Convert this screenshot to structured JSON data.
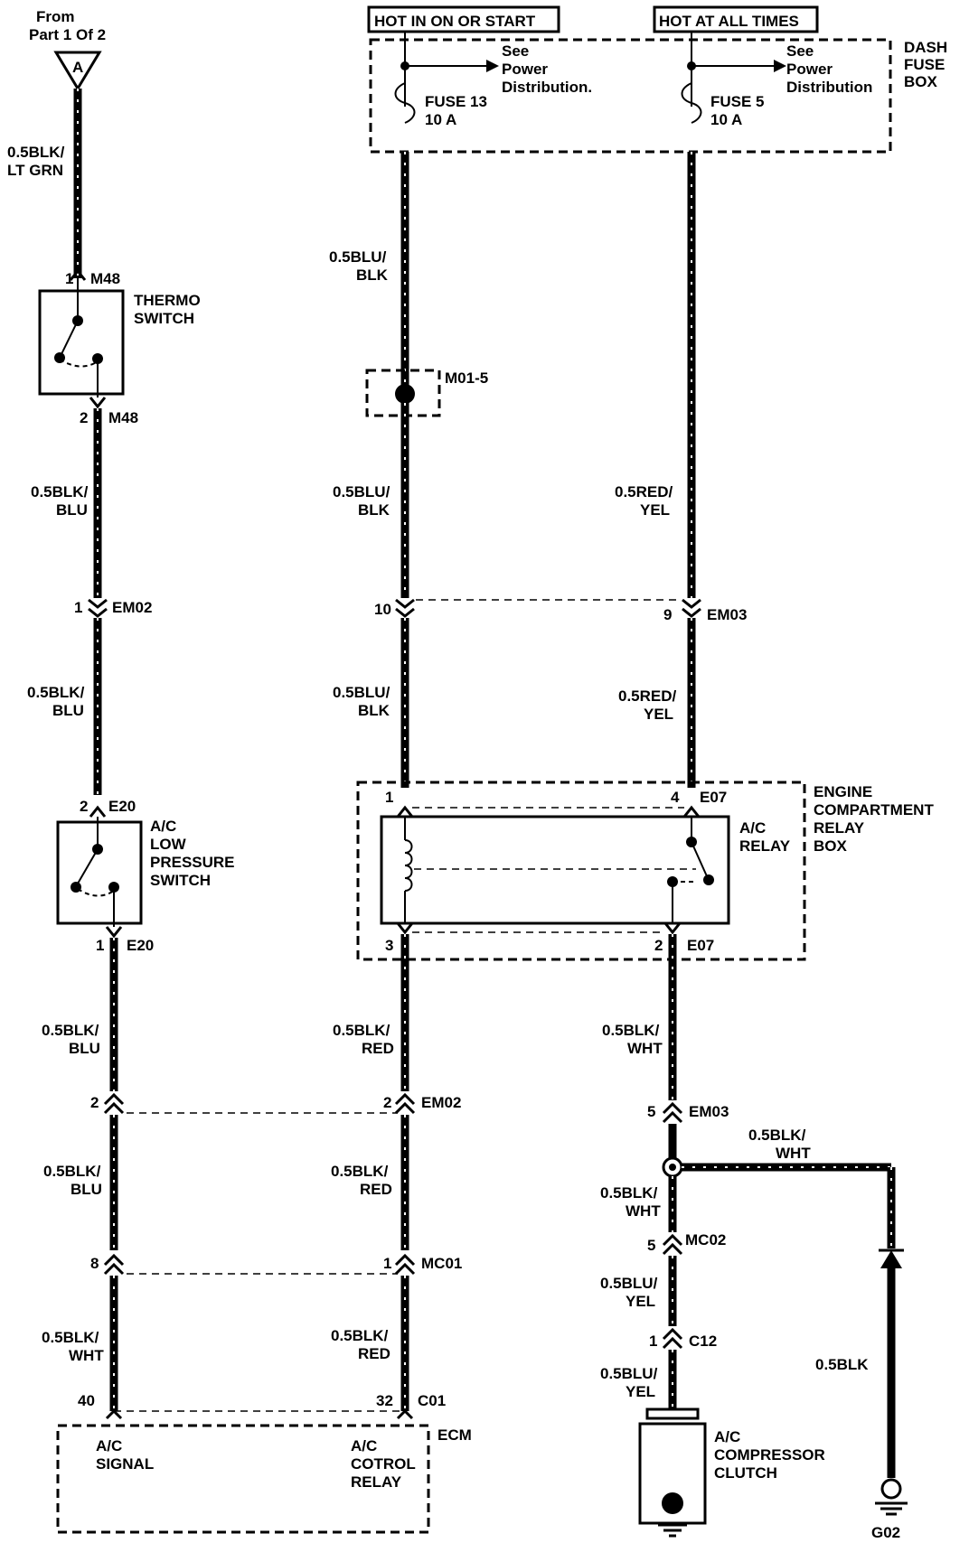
{
  "header": {
    "from_line1": "From",
    "from_line2": "Part 1 Of 2",
    "from_tag": "A",
    "hot_on_start": "HOT IN ON OR START",
    "hot_all_times": "HOT AT ALL TIMES"
  },
  "dash_fuse_box": {
    "label_line1": "DASH",
    "label_line2": "FUSE",
    "label_line3": "BOX",
    "fuse13_name": "FUSE 13",
    "fuse13_rating": "10 A",
    "fuse5_name": "FUSE 5",
    "fuse5_rating": "10 A",
    "see1": "See",
    "see2": "Power",
    "see3": "Distribution.",
    "see3_b": "Distribution"
  },
  "wires": {
    "blk_ltgrn_1": "0.5BLK/",
    "blk_ltgrn_2": "LT GRN",
    "blk_blu_1": "0.5BLK/",
    "blk_blu_2": "BLU",
    "blu_blk_1": "0.5BLU/",
    "blu_blk_2": "BLK",
    "red_yel_1": "0.5RED/",
    "red_yel_2": "YEL",
    "blk_red_1": "0.5BLK/",
    "blk_red_2": "RED",
    "blk_wht_1": "0.5BLK/",
    "blk_wht_2": "WHT",
    "blu_yel_1": "0.5BLU/",
    "blu_yel_2": "YEL",
    "blk": "0.5BLK"
  },
  "components": {
    "thermo_1": "THERMO",
    "thermo_2": "SWITCH",
    "lps_1": "A/C",
    "lps_2": "LOW",
    "lps_3": "PRESSURE",
    "lps_4": "SWITCH",
    "relay_1": "A/C",
    "relay_2": "RELAY",
    "ecr_1": "ENGINE",
    "ecr_2": "COMPARTMENT",
    "ecr_3": "RELAY",
    "ecr_4": "BOX",
    "ecm": "ECM",
    "ecm_sig_1": "A/C",
    "ecm_sig_2": "SIGNAL",
    "ecm_rel_1": "A/C",
    "ecm_rel_2": "COTROL",
    "ecm_rel_3": "RELAY",
    "clutch_1": "A/C",
    "clutch_2": "COMPRESSOR",
    "clutch_3": "CLUTCH",
    "ground": "G02"
  },
  "connectors": {
    "m48": "M48",
    "m01": "M01-5",
    "em02": "EM02",
    "em03": "EM03",
    "e20": "E20",
    "e07": "E07",
    "mc01": "MC01",
    "mc02": "MC02",
    "c12": "C12",
    "c01": "C01"
  },
  "pins": {
    "p1": "1",
    "p2": "2",
    "p3": "3",
    "p4": "4",
    "p5": "5",
    "p8": "8",
    "p9": "9",
    "p10": "10",
    "p32": "32",
    "p40": "40"
  }
}
